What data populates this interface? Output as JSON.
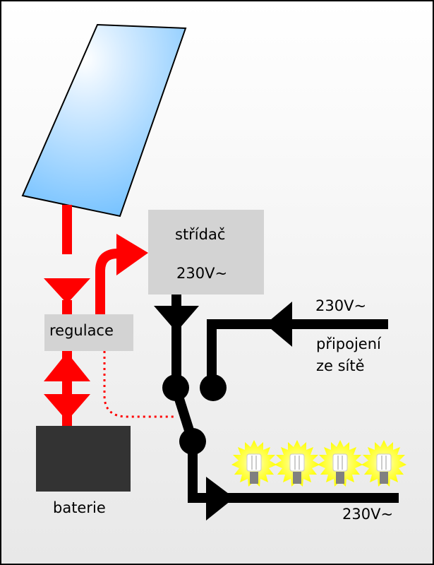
{
  "labels": {
    "inverter_title": "střídač",
    "inverter_voltage": "230V~",
    "regulator": "regulace",
    "battery": "baterie",
    "grid_voltage": "230V~",
    "grid_line1": "připojení",
    "grid_line2": "ze sítě",
    "output_voltage": "230V~"
  },
  "bulbs": [
    "bulb-1",
    "bulb-2",
    "bulb-3",
    "bulb-4"
  ],
  "colors": {
    "power_flow": "#ff0000",
    "ac_wiring": "#000000",
    "box_fill": "#d3d3d3",
    "battery_fill": "#333333",
    "panel_light": "#ffffff",
    "panel_dark": "#66bbff",
    "bulb_glow": "#ffff00",
    "bulb_base": "#808080",
    "background_top": "#ffffff",
    "background_bottom": "#e8e8e8"
  },
  "icons": {
    "panel": "solar-panel-icon",
    "bulb": "light-bulb-icon",
    "switch": "changeover-switch-icon"
  }
}
